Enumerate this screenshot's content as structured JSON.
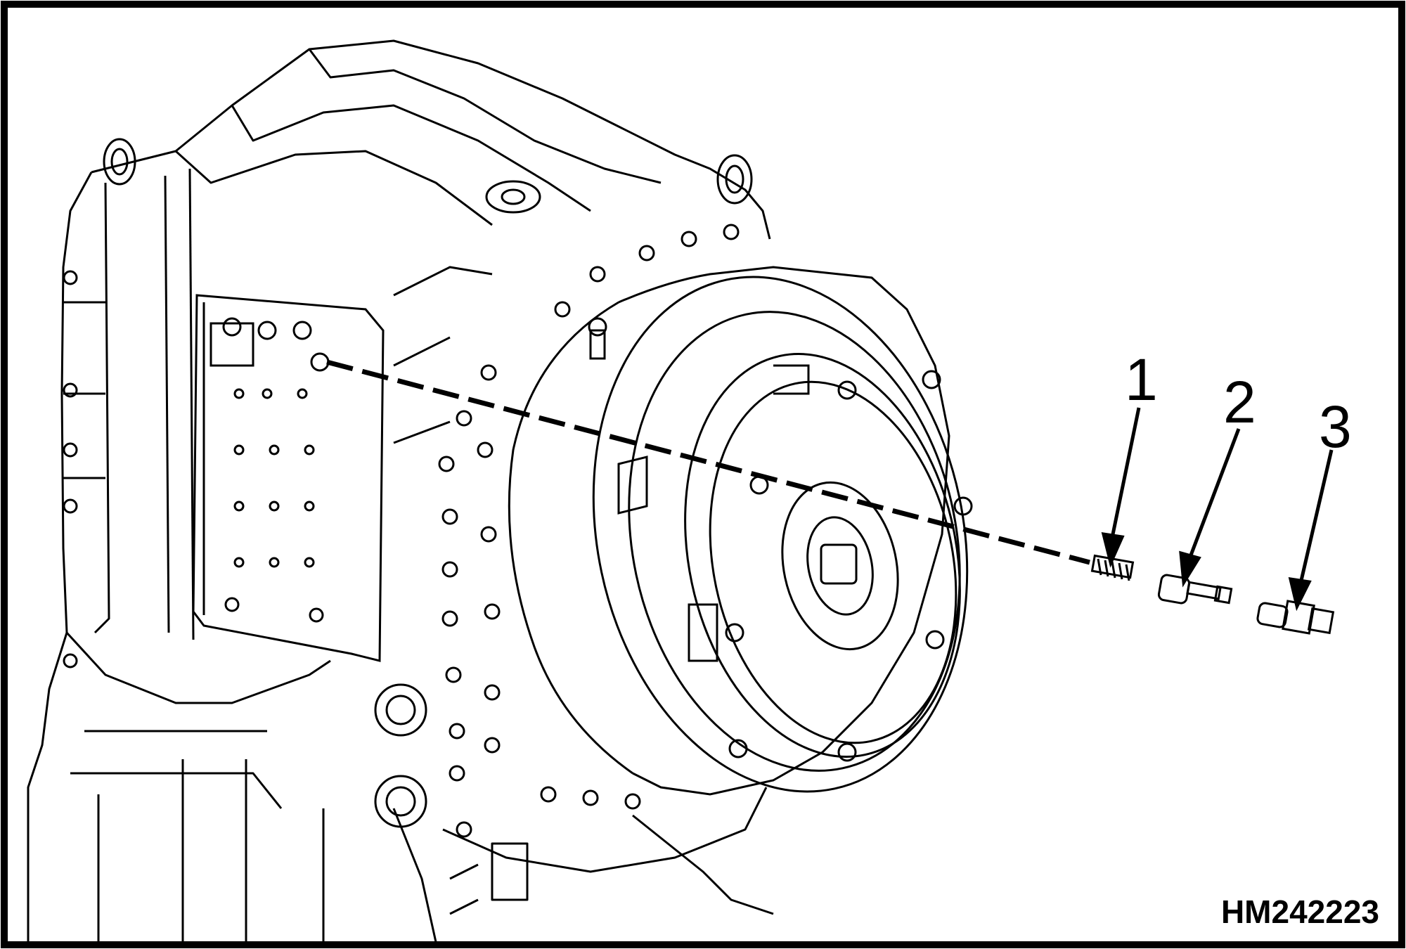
{
  "figure": {
    "id": "HM242223",
    "callouts": [
      {
        "label": "1",
        "part": "spring"
      },
      {
        "label": "2",
        "part": "valve"
      },
      {
        "label": "3",
        "part": "plug"
      }
    ],
    "colors": {
      "line": "#000000",
      "background": "#ffffff"
    }
  }
}
